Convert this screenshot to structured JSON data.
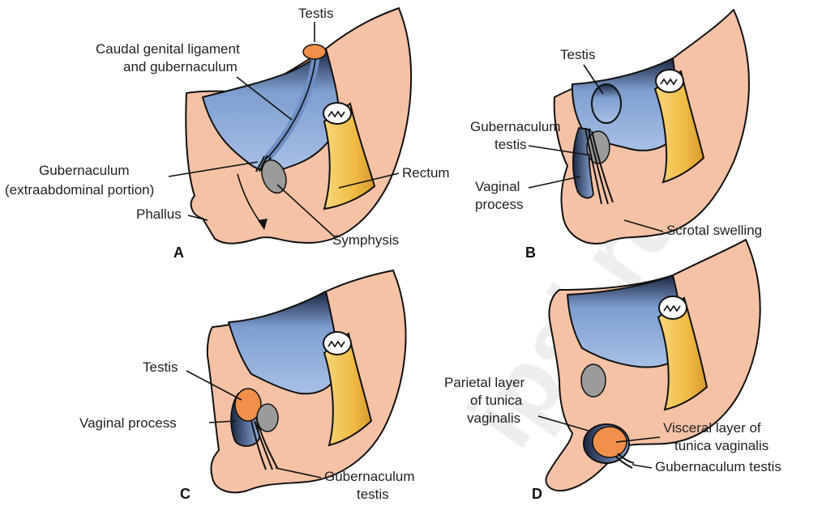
{
  "watermark": "ipsi.ru",
  "panels": {
    "A": {
      "letter": "A",
      "labels": {
        "testis": "Testis",
        "caudal_1": "Caudal genital ligament",
        "caudal_2": "and gubernaculum",
        "gub_1": "Gubernaculum",
        "gub_2": "(extraabdominal portion)",
        "rectum": "Rectum",
        "phallus": "Phallus",
        "symphysis": "Symphysis"
      }
    },
    "B": {
      "letter": "B",
      "labels": {
        "testis": "Testis",
        "gub_1": "Gubernaculum",
        "gub_2": "testis",
        "vag_1": "Vaginal",
        "vag_2": "process",
        "scrotal": "Scrotal swelling"
      }
    },
    "C": {
      "letter": "C",
      "labels": {
        "testis": "Testis",
        "vag": "Vaginal process",
        "gub_1": "Gubernaculum",
        "gub_2": "testis"
      }
    },
    "D": {
      "letter": "D",
      "labels": {
        "par_1": "Parietal layer",
        "par_2": "of tunica",
        "par_3": "vaginalis",
        "vis_1": "Visceral layer of",
        "vis_2": "tunica vaginalis",
        "gub": "Gubernaculum testis"
      }
    }
  },
  "colors": {
    "skin": "#f5c2a6",
    "abdomen_light": "#9cb8e0",
    "abdomen_dark": "#17223d",
    "rectum": "#f2c24e",
    "testis": "#f0904a",
    "symphysis": "#9b9b9b"
  }
}
